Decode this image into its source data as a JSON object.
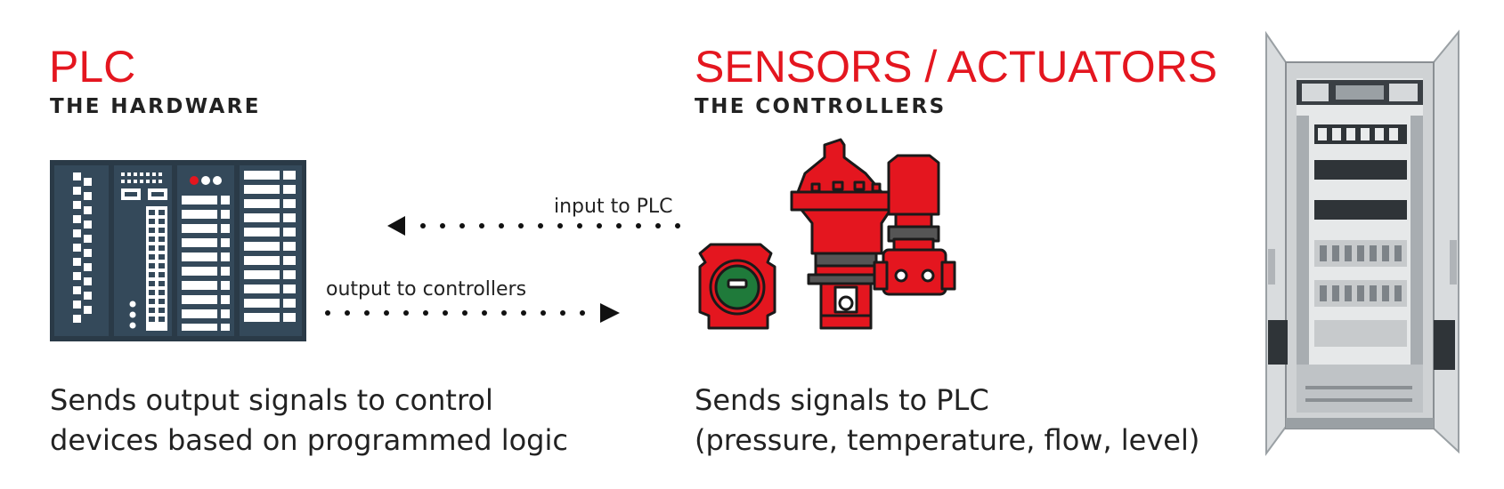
{
  "plc": {
    "title": "PLC",
    "subtitle": "THE HARDWARE",
    "description_line1": "Sends output signals to control",
    "description_line2": "devices based on programmed logic"
  },
  "sensors": {
    "title": "SENSORS / ACTUATORS",
    "subtitle": "THE CONTROLLERS",
    "description_line1": "Sends signals to PLC",
    "description_line2": "(pressure, temperature, flow, level)"
  },
  "arrows": {
    "input_label": "input to PLC",
    "output_label": "output to controllers"
  },
  "colors": {
    "accent_red": "#e4161f",
    "plc_panel": "#2a3a47",
    "text_dark": "#222222"
  },
  "icons": [
    "plc-rack-icon",
    "transmitter-icon",
    "valve-actuator-icon",
    "motor-actuator-icon",
    "control-cabinet-image"
  ]
}
